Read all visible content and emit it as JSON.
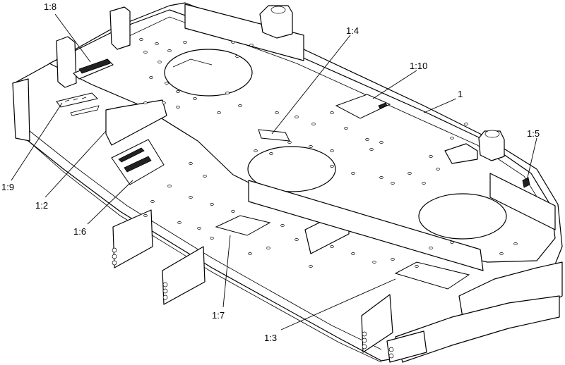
{
  "callouts": [
    {
      "id": "c-1-8",
      "label": "1:8"
    },
    {
      "id": "c-1-4",
      "label": "1:4"
    },
    {
      "id": "c-1-10",
      "label": "1:10"
    },
    {
      "id": "c-1",
      "label": "1"
    },
    {
      "id": "c-1-5",
      "label": "1:5"
    },
    {
      "id": "c-1-9",
      "label": "1:9"
    },
    {
      "id": "c-1-2",
      "label": "1:2"
    },
    {
      "id": "c-1-6",
      "label": "1:6"
    },
    {
      "id": "c-1-7",
      "label": "1:7"
    },
    {
      "id": "c-1-3",
      "label": "1:3"
    }
  ]
}
